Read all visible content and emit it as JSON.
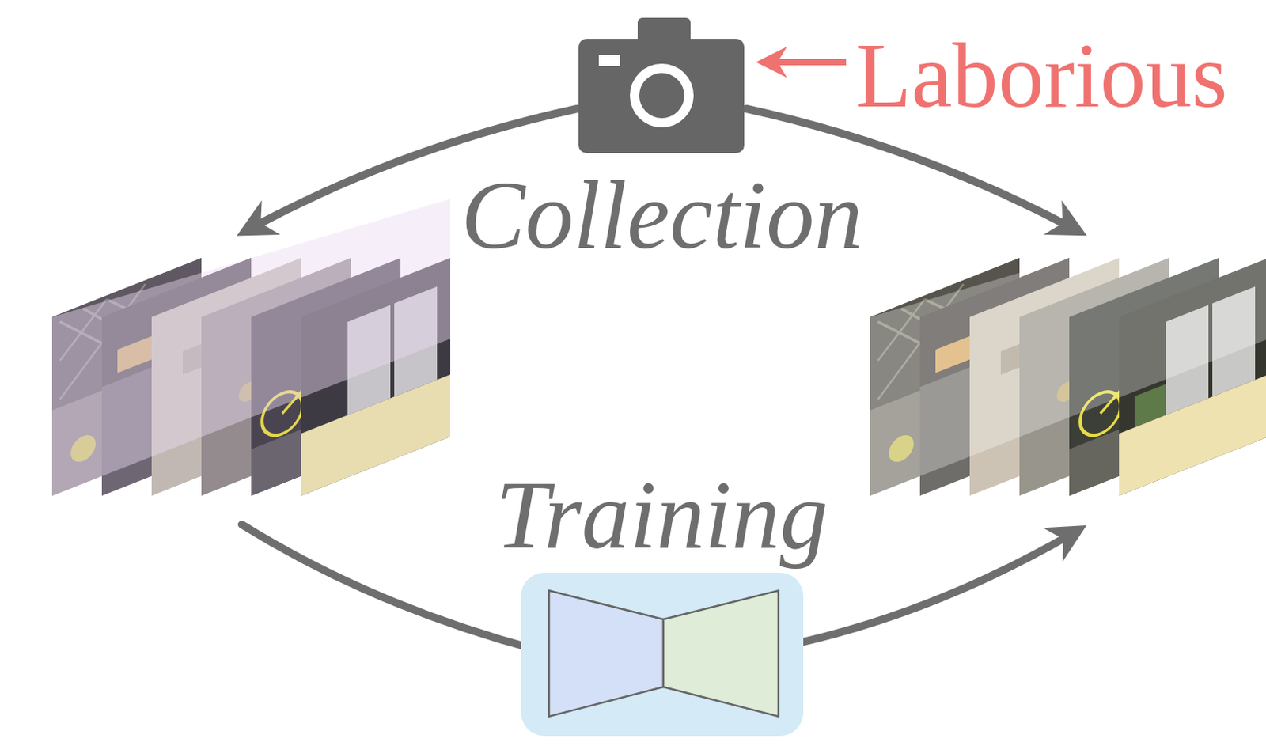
{
  "diagram": {
    "labels": [
      "Laborious",
      "Collection",
      "Training"
    ]
  }
}
